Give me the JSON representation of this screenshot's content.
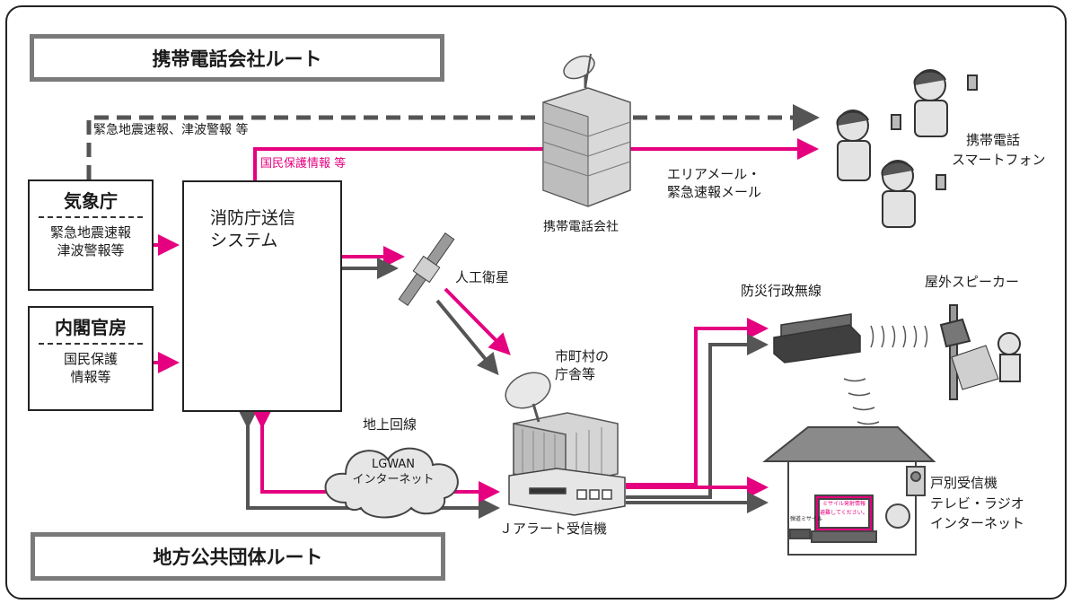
{
  "routes": {
    "mobile": "携帯電話会社ルート",
    "local": "地方公共団体ルート"
  },
  "sources": {
    "jma": {
      "title": "気象庁",
      "lines": [
        "緊急地震速報",
        "津波警報等"
      ]
    },
    "cabinet": {
      "title": "内閣官房",
      "lines": [
        "国民保護",
        "情報等"
      ]
    }
  },
  "fdma_system": {
    "lines": [
      "消防庁送信",
      "システム"
    ]
  },
  "labels": {
    "eew_tsunami": "緊急地震速報、津波警報 等",
    "civil_protection": "国民保護情報 等",
    "carrier": "携帯電話会社",
    "area_mail": [
      "エリアメール・",
      "緊急速報メール"
    ],
    "phones": [
      "携帯電話",
      "スマートフォン"
    ],
    "satellite": "人工衛星",
    "municipal": [
      "市町村の",
      "庁舎等"
    ],
    "ground_line": "地上回線",
    "lgwan": [
      "LGWAN",
      "インターネット"
    ],
    "jalert": "Ｊアラート受信機",
    "disaster_radio": "防災行政無線",
    "outdoor_speaker": "屋外スピーカー",
    "household": [
      "戸別受信機",
      "テレビ・ラジオ",
      "インターネット"
    ],
    "tv_screen_lines": [
      "ミサイル発射情報",
      "避難してください。"
    ],
    "tv_caption": "弾道ミサイル"
  },
  "colors": {
    "mobile_arrow": "#e5007f",
    "data_arrow": "#555555",
    "route_box_border": "#7a7a7a"
  }
}
